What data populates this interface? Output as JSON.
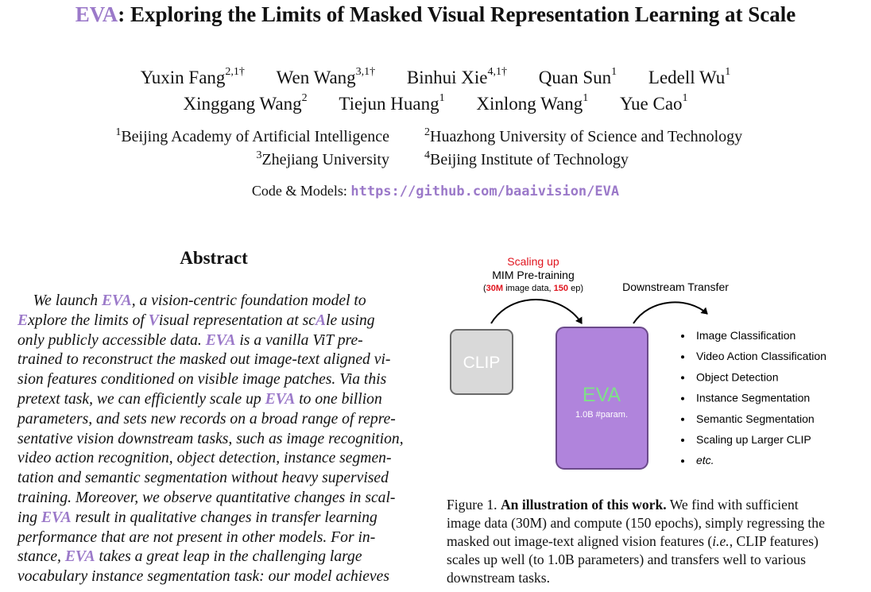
{
  "title": {
    "brand": "EVA",
    "rest": ": Exploring the Limits of Masked Visual Representation Learning at Scale"
  },
  "authors_row1": [
    {
      "name": "Yuxin Fang",
      "sup": "2,1†"
    },
    {
      "name": "Wen Wang",
      "sup": "3,1†"
    },
    {
      "name": "Binhui Xie",
      "sup": "4,1†"
    },
    {
      "name": "Quan Sun",
      "sup": "1"
    },
    {
      "name": "Ledell Wu",
      "sup": "1"
    }
  ],
  "authors_row2": [
    {
      "name": "Xinggang Wang",
      "sup": "2"
    },
    {
      "name": "Tiejun Huang",
      "sup": "1"
    },
    {
      "name": "Xinlong Wang",
      "sup": "1"
    },
    {
      "name": "Yue Cao",
      "sup": "1"
    }
  ],
  "affiliations": [
    {
      "sup": "1",
      "name": "Beijing Academy of Artificial Intelligence"
    },
    {
      "sup": "2",
      "name": "Huazhong University of Science and Technology"
    },
    {
      "sup": "3",
      "name": "Zhejiang University"
    },
    {
      "sup": "4",
      "name": "Beijing Institute of Technology"
    }
  ],
  "code": {
    "label": "Code & Models: ",
    "url": "https://github.com/baaivision/EVA"
  },
  "abstract": {
    "heading": "Abstract",
    "lines": [
      [
        {
          "t": " We launch "
        },
        {
          "t": "EVA",
          "h": 1
        },
        {
          "t": ", a vision-centric foundation model to"
        }
      ],
      [
        {
          "t": "E",
          "h": 1
        },
        {
          "t": "xplore the limits of "
        },
        {
          "t": "V",
          "h": 1
        },
        {
          "t": "isual representation at sc"
        },
        {
          "t": "A",
          "h": 1
        },
        {
          "t": "le using"
        }
      ],
      [
        {
          "t": "only publicly accessible data.  "
        },
        {
          "t": "EVA",
          "h": 1
        },
        {
          "t": " is a vanilla ViT pre-"
        }
      ],
      [
        {
          "t": "trained to reconstruct the masked out image-text aligned vi-"
        }
      ],
      [
        {
          "t": "sion features conditioned on visible image patches. Via this"
        }
      ],
      [
        {
          "t": "pretext task, we can efficiently scale up "
        },
        {
          "t": "EVA",
          "h": 1
        },
        {
          "t": " to one billion"
        }
      ],
      [
        {
          "t": "parameters, and sets new records on a broad range of repre-"
        }
      ],
      [
        {
          "t": "sentative vision downstream tasks, such as image recognition,"
        }
      ],
      [
        {
          "t": "video action recognition, object detection, instance segmen-"
        }
      ],
      [
        {
          "t": "tation and semantic segmentation without heavy supervised"
        }
      ],
      [
        {
          "t": "training. Moreover, we observe quantitative changes in scal-"
        }
      ],
      [
        {
          "t": "ing "
        },
        {
          "t": "EVA",
          "h": 1
        },
        {
          "t": " result in qualitative changes in transfer learning"
        }
      ],
      [
        {
          "t": "performance that are not present in other models.  For in-"
        }
      ],
      [
        {
          "t": "stance, "
        },
        {
          "t": "EVA",
          "h": 1
        },
        {
          "t": " takes a great leap in the challenging large"
        }
      ],
      [
        {
          "t": "vocabulary instance segmentation task: our model achieves"
        }
      ]
    ]
  },
  "figure": {
    "scaling_up": "Scaling up",
    "mim": "MIM Pre-training",
    "data_paren_open": "(",
    "data_30m": "30M",
    "data_mid": " image data, ",
    "data_150": "150",
    "data_end": " ep)",
    "downstream": "Downstream Transfer",
    "clip": "CLIP",
    "eva": "EVA",
    "eva_params": "1.0B #param.",
    "tasks": [
      "Image Classification",
      "Video Action Classification",
      "Object Detection",
      "Instance Segmentation",
      "Semantic Segmentation",
      "Scaling up Larger CLIP",
      "etc."
    ],
    "colors": {
      "purple": "#b084dc",
      "red": "#e0141e",
      "gray": "#d9d9d9"
    }
  },
  "caption": {
    "lines": [
      [
        {
          "t": "Figure 1.  "
        },
        {
          "t": "An illustration of this work.",
          "b": 1
        },
        {
          "t": " We find with sufficient"
        }
      ],
      [
        {
          "t": "image data (30M) and compute (150 epochs), simply regressing the"
        }
      ],
      [
        {
          "t": "masked out image-text aligned vision features ("
        },
        {
          "t": "i.e.",
          "i": 1
        },
        {
          "t": ", CLIP features)"
        }
      ],
      [
        {
          "t": "scales up well (to 1.0B parameters) and transfers well to various"
        }
      ],
      [
        {
          "t": "downstream tasks."
        }
      ]
    ]
  }
}
